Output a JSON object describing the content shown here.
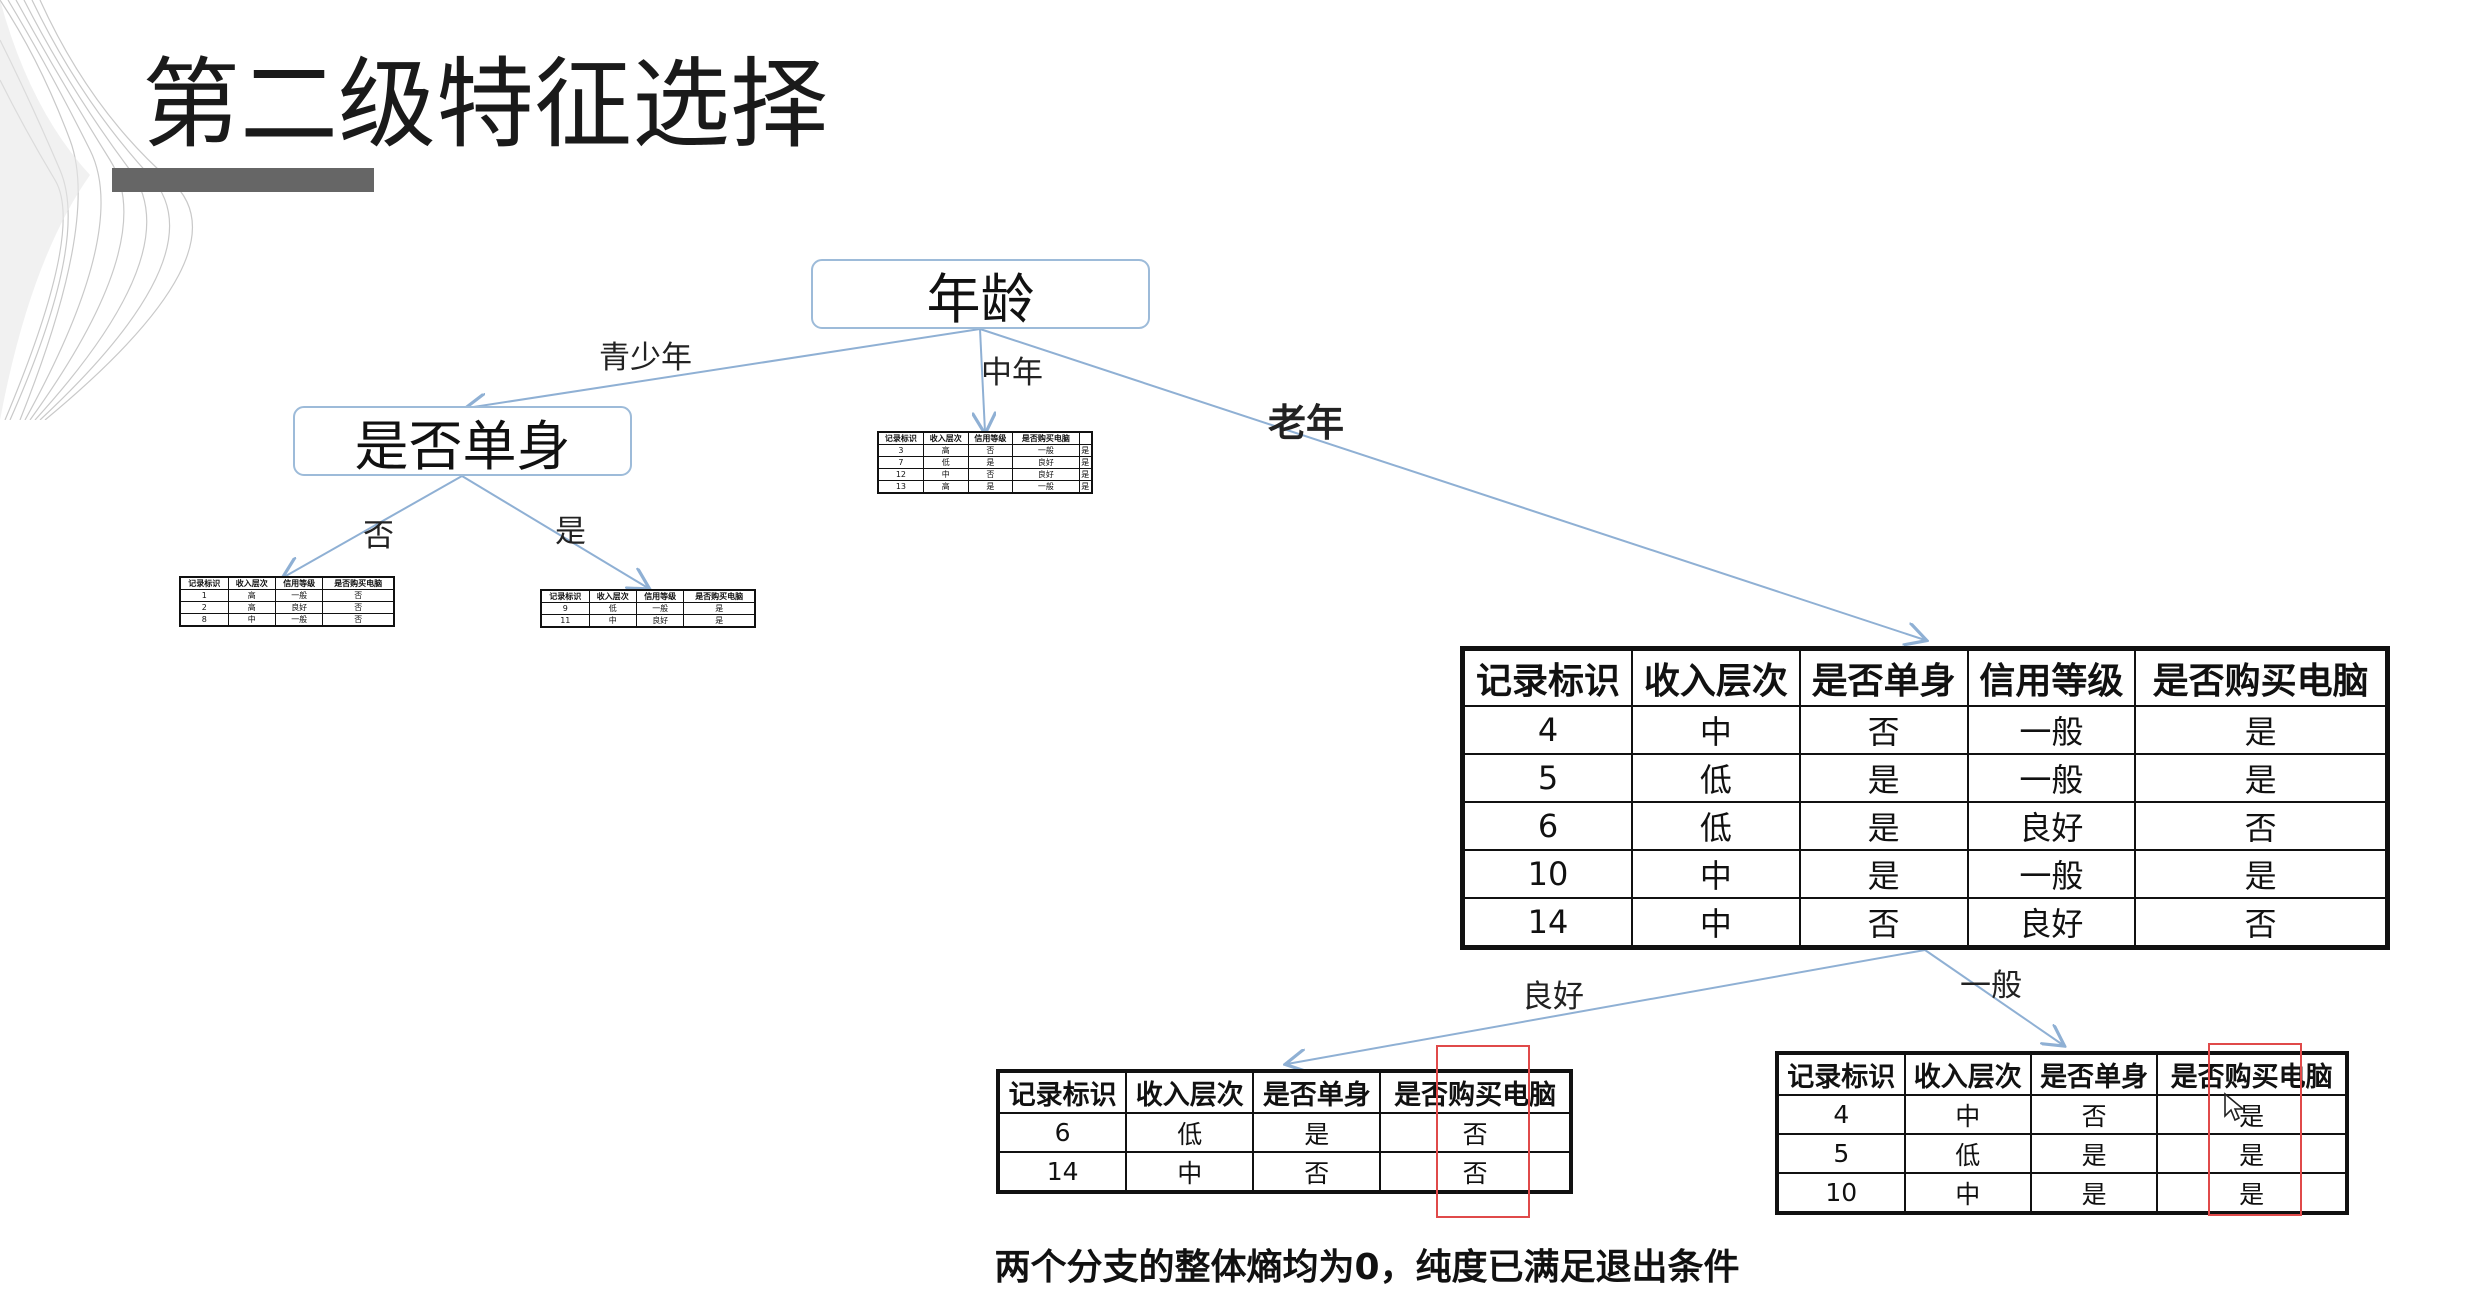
{
  "slide": {
    "title": "第二级特征选择"
  },
  "root": {
    "label": "年龄"
  },
  "edges": {
    "youth": "青少年",
    "middle": "中年",
    "senior": "老年"
  },
  "single_node": {
    "label": "是否单身"
  },
  "single_edges": {
    "no": "否",
    "yes": "是"
  },
  "credit_edges": {
    "good": "良好",
    "normal": "一般"
  },
  "mini_table_headers": [
    "记录标识",
    "收入层次",
    "信用等级",
    "是否购买电脑"
  ],
  "mini_tables": {
    "middle": [
      [
        "3",
        "高",
        "否",
        "一般",
        "是"
      ],
      [
        "7",
        "低",
        "是",
        "良好",
        "是"
      ],
      [
        "12",
        "中",
        "否",
        "良好",
        "是"
      ],
      [
        "13",
        "高",
        "是",
        "一般",
        "是"
      ]
    ],
    "youth_no": [
      [
        "1",
        "高",
        "一般",
        "否"
      ],
      [
        "2",
        "高",
        "良好",
        "否"
      ],
      [
        "8",
        "中",
        "一般",
        "否"
      ]
    ],
    "youth_yes": [
      [
        "9",
        "低",
        "一般",
        "是"
      ],
      [
        "11",
        "中",
        "良好",
        "是"
      ]
    ]
  },
  "senior_table": {
    "headers": [
      "记录标识",
      "收入层次",
      "是否单身",
      "信用等级",
      "是否购买电脑"
    ],
    "rows": [
      [
        "4",
        "中",
        "否",
        "一般",
        "是"
      ],
      [
        "5",
        "低",
        "是",
        "一般",
        "是"
      ],
      [
        "6",
        "低",
        "是",
        "良好",
        "否"
      ],
      [
        "10",
        "中",
        "是",
        "一般",
        "是"
      ],
      [
        "14",
        "中",
        "否",
        "良好",
        "否"
      ]
    ]
  },
  "good_table": {
    "headers": [
      "记录标识",
      "收入层次",
      "是否单身",
      "是否购买电脑"
    ],
    "rows": [
      [
        "6",
        "低",
        "是",
        "否"
      ],
      [
        "14",
        "中",
        "否",
        "否"
      ]
    ]
  },
  "normal_table": {
    "headers": [
      "记录标识",
      "收入层次",
      "是否单身",
      "是否购买电脑"
    ],
    "rows": [
      [
        "4",
        "中",
        "否",
        "是"
      ],
      [
        "5",
        "低",
        "是",
        "是"
      ],
      [
        "10",
        "中",
        "是",
        "是"
      ]
    ]
  },
  "footer": {
    "note": "两个分支的整体熵均为0，纯度已满足退出条件"
  },
  "colors": {
    "connector": "#8fb0d4",
    "box_border": "#9dbbd9",
    "highlight": "#e04a4a",
    "title_bar": "#666666"
  }
}
